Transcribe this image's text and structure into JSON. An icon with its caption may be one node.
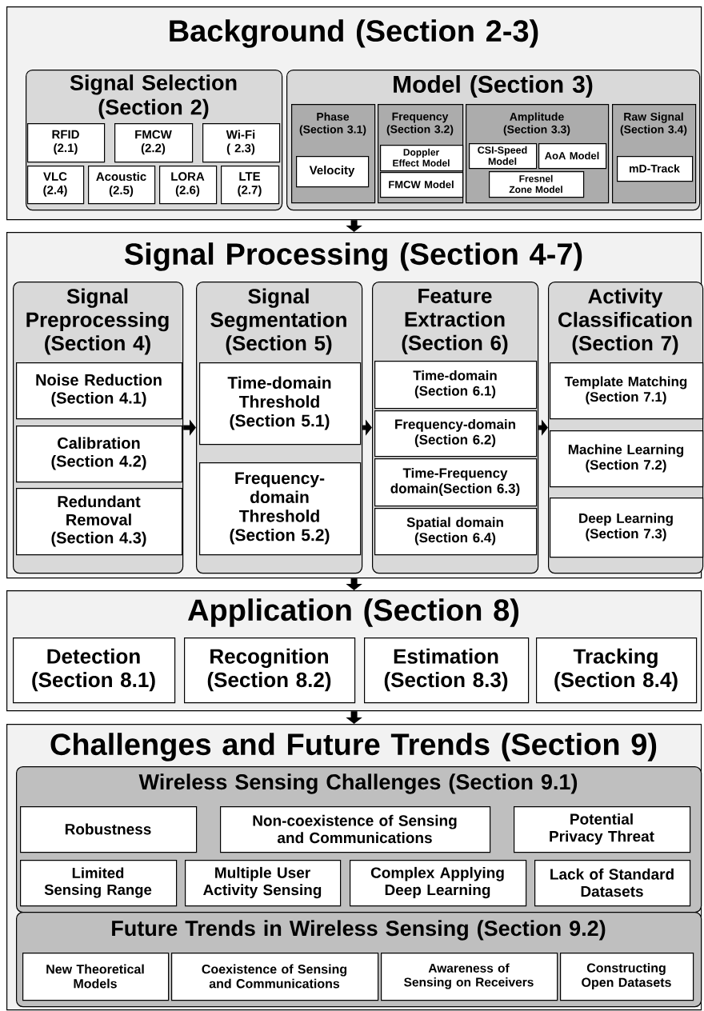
{
  "diagram": {
    "nodes": [
      {
        "text": [
          "Background (Section 2-3)"
        ]
      },
      {
        "text": [
          "Signal Selection (Section 2)"
        ],
        "in": 0
      },
      {
        "text": [
          "RFID (2.1)"
        ],
        "in": 1
      },
      {
        "text": [
          "FMCW (2.2)"
        ],
        "in": 1
      },
      {
        "text": [
          "Wi-Fi ( 2.3)"
        ],
        "in": 1
      },
      {
        "text": [
          "VLC (2.4)"
        ],
        "in": 1
      },
      {
        "text": [
          "Acoustic (2.5)"
        ],
        "in": 1
      },
      {
        "text": [
          "LORA (2.6)"
        ],
        "in": 1
      },
      {
        "text": [
          "LTE (2.7)"
        ],
        "in": 1
      },
      {
        "text": [
          "Model (Section 3)"
        ],
        "in": 0
      },
      {
        "text": [
          "Phase (Section 3.1)"
        ],
        "in": 9
      },
      {
        "text": [
          "Velocity"
        ],
        "in": 10
      },
      {
        "text": [
          "Frequency (Section 3.2)"
        ],
        "in": 9
      },
      {
        "text": [
          "Doppler Effect Model"
        ],
        "in": 12
      },
      {
        "text": [
          "FMCW Model"
        ],
        "in": 12
      },
      {
        "text": [
          "Amplitude (Section 3.3)"
        ],
        "in": 9
      },
      {
        "text": [
          "CSI-Speed Model"
        ],
        "in": 15
      },
      {
        "text": [
          "AoA Model"
        ],
        "in": 15
      },
      {
        "text": [
          "Fresnel Zone Model"
        ],
        "in": 15
      },
      {
        "text": [
          "Raw Signal (Section 3.4)"
        ],
        "in": 9
      },
      {
        "text": [
          "mD-Track"
        ],
        "in": 19
      },
      {
        "text": [
          "Signal Processing (Section 4-7)"
        ]
      },
      {
        "text": [
          "Signal Preprocessing (Section 4)"
        ],
        "in": 21
      },
      {
        "text": [
          "Noise Reduction (Section 4.1)"
        ],
        "in": 22
      },
      {
        "text": [
          "Calibration (Section 4.2)"
        ],
        "in": 22
      },
      {
        "text": [
          "Redundant Removal (Section 4.3)"
        ],
        "in": 22
      },
      {
        "text": [
          "Signal Segmentation (Section 5)"
        ],
        "in": 21
      },
      {
        "text": [
          "Time-domain Threshold (Section 5.1)"
        ],
        "in": 26
      },
      {
        "text": [
          "Frequency-domain Threshold (Section 5.2)"
        ],
        "in": 26
      },
      {
        "text": [
          "Feature Extraction (Section 6)"
        ],
        "in": 21
      },
      {
        "text": [
          "Time-domain (Section 6.1)"
        ],
        "in": 29
      },
      {
        "text": [
          "Frequency-domain (Section 6.2)"
        ],
        "in": 29
      },
      {
        "text": [
          "Time-Frequency domain(Section 6.3)"
        ],
        "in": 29
      },
      {
        "text": [
          "Spatial domain (Section 6.4)"
        ],
        "in": 29
      },
      {
        "text": [
          "Activity Classification (Section 7)"
        ],
        "in": 21
      },
      {
        "text": [
          "Template Matching (Section 7.1)"
        ],
        "in": 34
      },
      {
        "text": [
          "Machine Learning (Section 7.2)"
        ],
        "in": 34
      },
      {
        "text": [
          "Deep Learning (Section 7.3)"
        ],
        "in": 34
      },
      {
        "text": [
          "Application (Section 8)"
        ]
      },
      {
        "text": [
          "Detection (Section 8.1)"
        ],
        "in": 38
      },
      {
        "text": [
          "Recognition (Section 8.2)"
        ],
        "in": 38
      },
      {
        "text": [
          "Estimation (Section 8.3)"
        ],
        "in": 38
      },
      {
        "text": [
          "Tracking (Section 8.4)"
        ],
        "in": 38
      },
      {
        "text": [
          "Challenges and Future Trends (Section 9)"
        ]
      },
      {
        "text": [
          "Wireless Sensing Challenges (Section 9.1)"
        ],
        "in": 43
      },
      {
        "text": [
          "Robustness"
        ],
        "in": 44
      },
      {
        "text": [
          "Non-coexistence of Sensing and Communications"
        ],
        "in": 44
      },
      {
        "text": [
          "Potential Privacy Threat"
        ],
        "in": 44
      },
      {
        "text": [
          "Limited Sensing Range"
        ],
        "in": 44
      },
      {
        "text": [
          "Multiple User Activity Sensing"
        ],
        "in": 44
      },
      {
        "text": [
          "Complex Applying Deep Learning"
        ],
        "in": 44
      },
      {
        "text": [
          "Lack of Standard Datasets"
        ],
        "in": 44
      },
      {
        "text": [
          "Future Trends in Wireless Sensing (Section 9.2)"
        ],
        "in": 43
      },
      {
        "text": [
          "New Theoretical Models"
        ],
        "in": 52
      },
      {
        "text": [
          "Coexistence of Sensing and Communications"
        ],
        "in": 52
      },
      {
        "text": [
          "Awareness of Sensing on Receivers"
        ],
        "in": 52
      },
      {
        "text": [
          "Constructing Open Datasets"
        ],
        "in": 52
      }
    ],
    "edges": [
      {
        "from": 0,
        "to": 21,
        "arrow": "to"
      },
      {
        "from": 21,
        "to": 38,
        "arrow": "to"
      },
      {
        "from": 38,
        "to": 43,
        "arrow": "to"
      },
      {
        "from": 22,
        "to": 26,
        "arrow": "to"
      },
      {
        "from": 26,
        "to": 29,
        "arrow": "to"
      },
      {
        "from": 29,
        "to": 34,
        "arrow": "to"
      }
    ]
  }
}
